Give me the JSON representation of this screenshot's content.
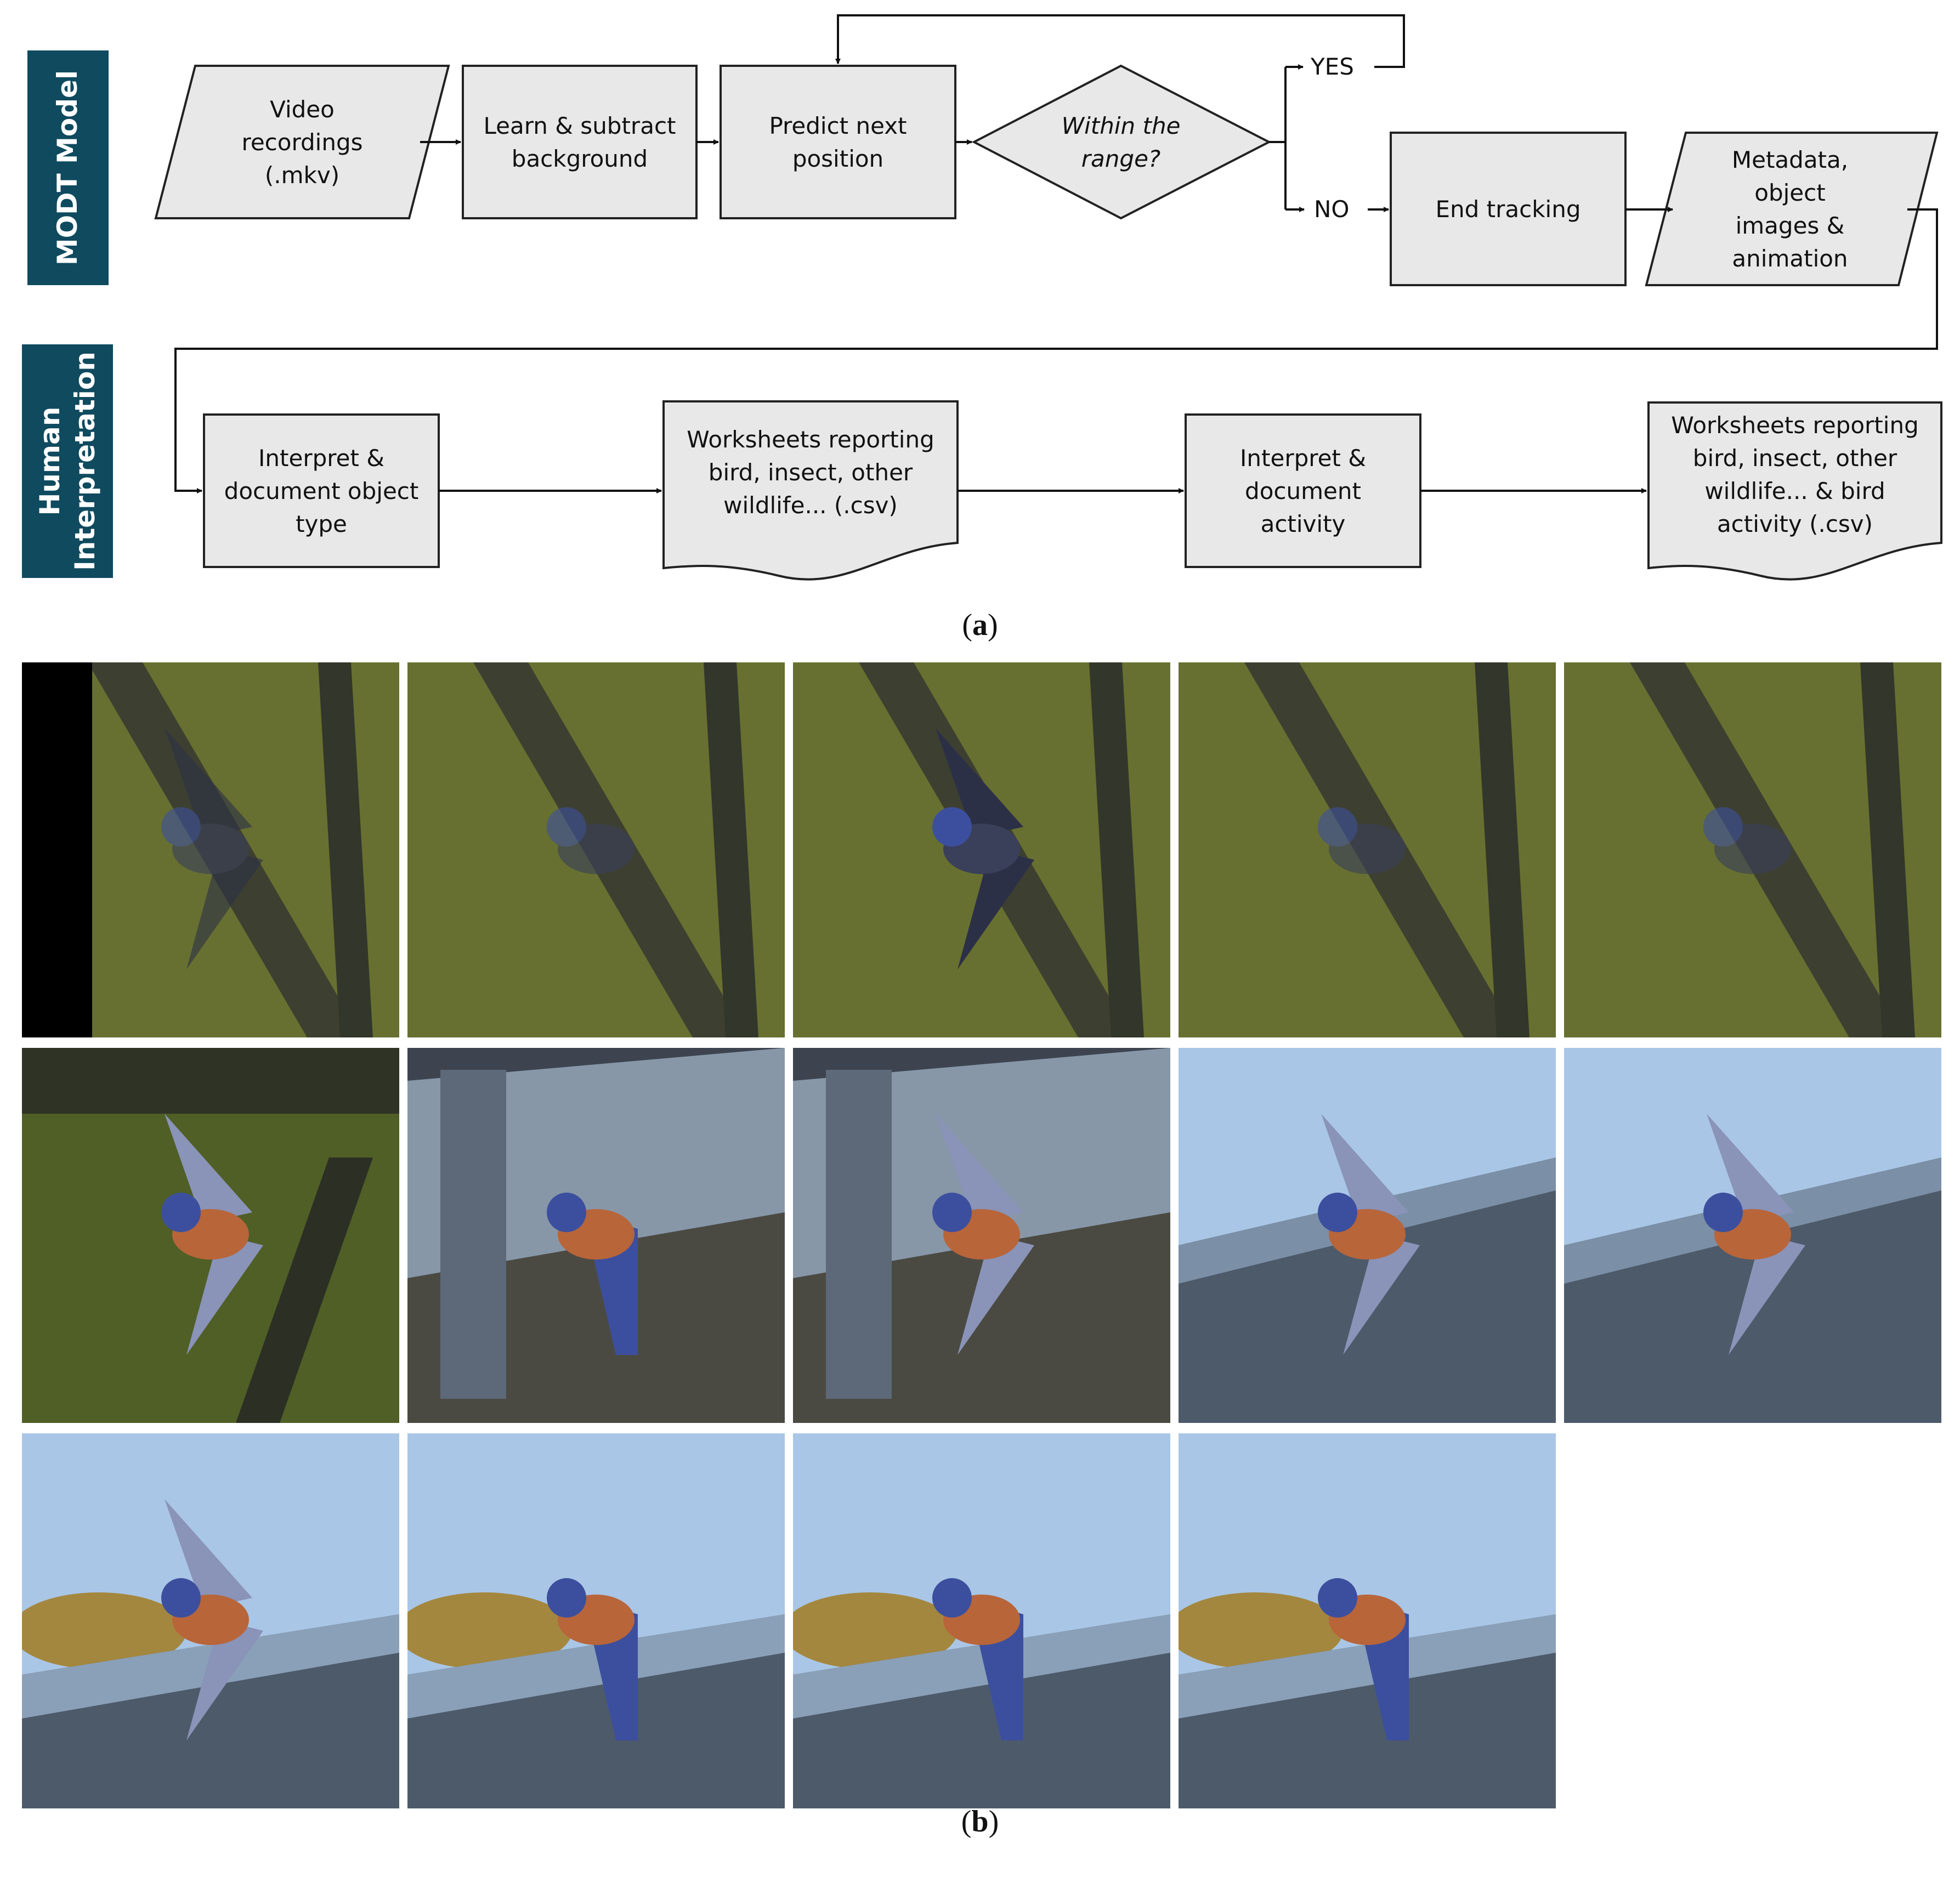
{
  "lanes": {
    "modt": "MODT Model",
    "human_line1": "Human",
    "human_line2": "Interpretation"
  },
  "nodes": {
    "video": [
      "Video",
      "recordings",
      "(.mkv)"
    ],
    "learn": [
      "Learn & subtract",
      "background"
    ],
    "predict": [
      "Predict next",
      "position"
    ],
    "decision": [
      "Within the",
      "range?"
    ],
    "end": [
      "End tracking"
    ],
    "metadata": [
      "Metadata,",
      "object",
      "images &",
      "animation"
    ],
    "interpret_type": [
      "Interpret &",
      "document object",
      "type"
    ],
    "worksheets1": [
      "Worksheets reporting",
      "bird, insect, other",
      "wildlife... (.csv)"
    ],
    "interpret_activity": [
      "Interpret &",
      "document",
      "activity"
    ],
    "worksheets2": [
      "Worksheets reporting",
      "bird, insect, other",
      "wildlife... & bird",
      "activity (.csv)"
    ]
  },
  "branches": {
    "yes": "YES",
    "no": "NO"
  },
  "captions": {
    "a": {
      "open": "(",
      "letter": "a",
      "close": ")"
    },
    "b": {
      "open": "(",
      "letter": "b",
      "close": ")"
    }
  },
  "photos": [
    {
      "row": 1,
      "col": 1,
      "scene": "grass-beam",
      "bird": "flying-blurred",
      "black_strip": true
    },
    {
      "row": 1,
      "col": 2,
      "scene": "grass-beam",
      "bird": "small-blurred"
    },
    {
      "row": 1,
      "col": 3,
      "scene": "grass-beam",
      "bird": "wings-spread-dark"
    },
    {
      "row": 1,
      "col": 4,
      "scene": "grass-beam",
      "bird": "blurred"
    },
    {
      "row": 1,
      "col": 5,
      "scene": "grass-beam",
      "bird": "blurred"
    },
    {
      "row": 2,
      "col": 1,
      "scene": "grass-dark",
      "bird": "wings-down"
    },
    {
      "row": 2,
      "col": 2,
      "scene": "metal-frame",
      "bird": "climbing"
    },
    {
      "row": 2,
      "col": 3,
      "scene": "metal-frame",
      "bird": "wings-spread"
    },
    {
      "row": 2,
      "col": 4,
      "scene": "sky-panel",
      "bird": "wings-up-wide"
    },
    {
      "row": 2,
      "col": 5,
      "scene": "sky-panel",
      "bird": "landing"
    },
    {
      "row": 3,
      "col": 1,
      "scene": "sky-panel-trees",
      "bird": "landing-low"
    },
    {
      "row": 3,
      "col": 2,
      "scene": "sky-panel-trees",
      "bird": "perched"
    },
    {
      "row": 3,
      "col": 3,
      "scene": "sky-panel-trees",
      "bird": "perched"
    },
    {
      "row": 3,
      "col": 4,
      "scene": "sky-panel-trees",
      "bird": "perched"
    }
  ],
  "colors": {
    "lane": "#0f4a5f",
    "node_fill": "#e8e8e8",
    "bird_blue": "#3c4f9e",
    "bird_orange": "#b8653a",
    "grass": "#5c6b2c",
    "sky": "#a9c6e6"
  }
}
